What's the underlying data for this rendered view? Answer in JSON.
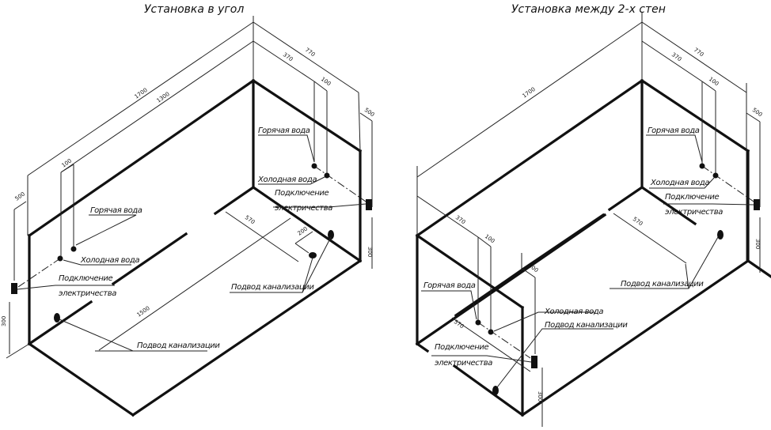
{
  "left": {
    "title": "Установка в угол",
    "hot_water": "Горячая вода",
    "cold_water": "Холодная вода",
    "electric_1": "Подключение",
    "electric_2": "электричества",
    "drain": "Подвод канализации",
    "hot_water_2": "Горячая вода",
    "cold_water_2": "Холодная вода",
    "electric_1b": "Подключение",
    "electric_2b": "электричества",
    "drain_2": "Подвод канализации",
    "dims": {
      "length_outer": "1700",
      "length_inner": "1300",
      "width_outer": "770",
      "width_inner": "370",
      "offset_right": "100",
      "height_right": "500",
      "offset_left": "100",
      "height_left": "500",
      "drain_depth": "570",
      "drain_offset": "200",
      "drain_length": "1500",
      "floor_right": "300",
      "floor_left": "300"
    }
  },
  "right": {
    "title": "Установка между 2-х стен",
    "hot_water": "Горячая вода",
    "cold_water": "Холодная вода",
    "electric_1": "Подключение",
    "electric_2": "электричества",
    "drain": "Подвод канализации",
    "hot_water_2": "Горячая вода",
    "cold_water_2": "Холодная вода",
    "drain_2": "Подвод канализации",
    "electric_1b": "Подключение",
    "electric_2b": "электричества",
    "dims": {
      "length_outer": "1700",
      "width_outer": "770",
      "width_inner": "370",
      "offset_right": "100",
      "height_right": "500",
      "width_left": "370",
      "offset_left": "100",
      "height_front": "500",
      "drain_depth_left": "570",
      "drain_depth_right": "570",
      "floor_right": "300",
      "floor_front": "300"
    }
  }
}
